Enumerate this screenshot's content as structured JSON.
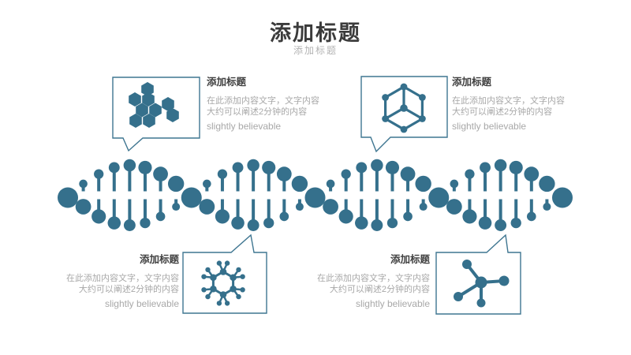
{
  "slide": {
    "title": "添加标题",
    "subtitle": "添加标题"
  },
  "colors": {
    "accent": "#35708c",
    "bubble_border": "#3f7691",
    "title": "#3b3b3b",
    "heading": "#3f3f3f",
    "body_text": "#a8a8a8",
    "subtitle": "#b3b3b3"
  },
  "callouts": [
    {
      "position": "top-left",
      "icon": "hexagon-cluster-icon",
      "title": "添加标题",
      "line1": "在此添加内容文字，文字内容",
      "line2": "大约可以阐述2分钟的内容",
      "line3": "slightly believable"
    },
    {
      "position": "top-right",
      "icon": "cube-lattice-icon",
      "title": "添加标题",
      "line1": "在此添加内容文字，文字内容",
      "line2": "大约可以阐述2分钟的内容",
      "line3": "slightly believable"
    },
    {
      "position": "bottom-left",
      "icon": "molecule-ring-icon",
      "title": "添加标题",
      "line1": "在此添加内容文字，文字内容",
      "line2": "大约可以阐述2分钟的内容",
      "line3": "slightly believable"
    },
    {
      "position": "bottom-right",
      "icon": "molecule-branch-icon",
      "title": "添加标题",
      "line1": "在此添加内容文字，文字内容",
      "line2": "大约可以阐述2分钟的内容",
      "line3": "slightly believable"
    }
  ]
}
